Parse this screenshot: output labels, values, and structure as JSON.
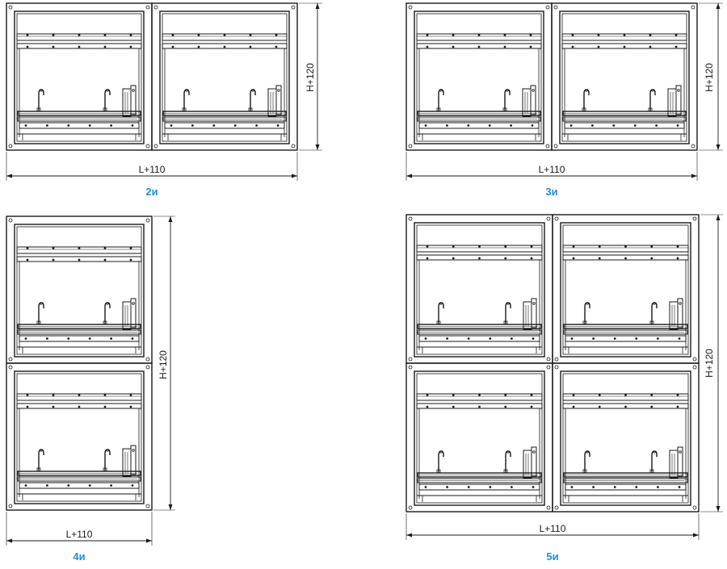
{
  "figures": [
    {
      "id": "2i",
      "caption": "2и",
      "width_label": "L+110",
      "height_label": "H+120"
    },
    {
      "id": "3i",
      "caption": "3и",
      "width_label": "L+110",
      "height_label": "H+120"
    },
    {
      "id": "4i",
      "caption": "4и",
      "width_label": "L+110",
      "height_label": "H+120"
    },
    {
      "id": "5i",
      "caption": "5и",
      "width_label": "L+110",
      "height_label": "H+120"
    }
  ],
  "colors": {
    "line": "#1a1a1a",
    "caption": "#1f8fd0",
    "background": "#ffffff"
  }
}
